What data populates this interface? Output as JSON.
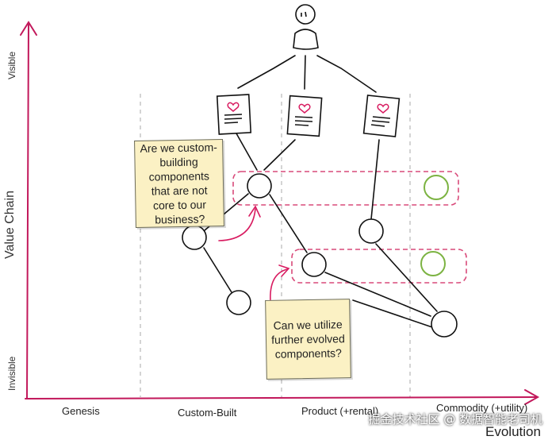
{
  "axes": {
    "y_title": "Value Chain",
    "y_top": "Visible",
    "y_bottom": "Invisible",
    "x_title": "Evolution",
    "stages": [
      "Genesis",
      "Custom-Built",
      "Product (+rental)",
      "Commodity (+utility)"
    ]
  },
  "notes": {
    "note1": "Are we custom-building components that are not core to our business?",
    "note2": "Can we utilize further evolved components?"
  },
  "watermark": "掘金技术社区 @ 数据智能老司机",
  "colors": {
    "axis": "#c2185b",
    "dashed_box": "#d94a7a",
    "note_bg": "#fbf1c4",
    "green_node": "#7cb342",
    "ink": "#111111"
  },
  "icons": [
    "user-icon",
    "need-card-icon",
    "need-card-icon",
    "need-card-icon"
  ]
}
